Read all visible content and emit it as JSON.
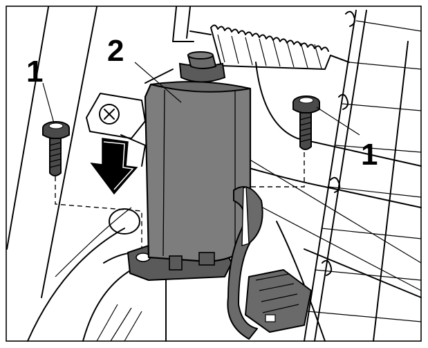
{
  "callouts": {
    "screw_left": "1",
    "unit": "2",
    "screw_right": "1"
  },
  "colors": {
    "unit_fill": "#7d7d7d",
    "unit_dark": "#5a5a5a",
    "screw_fill": "#4a4a4a",
    "connector_fill": "#6a6a6a",
    "line": "#000000",
    "background": "#ffffff"
  },
  "icons": {
    "arrow": "down-arrow-icon",
    "bracket_screw": "cross-screw-icon"
  }
}
